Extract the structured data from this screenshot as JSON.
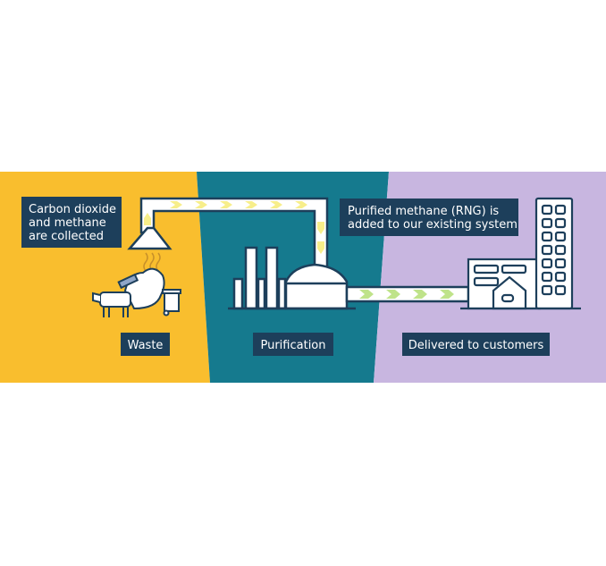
{
  "colors": {
    "waste_bg": "#F9BE2E",
    "purification_bg": "#157A8E",
    "customers_bg": "#C8B6E0",
    "label_bg": "#1D3F5B",
    "outline": "#1D3F5B",
    "gas_chevron": "#F7EE8A",
    "rng_chevron": "#BFE38A"
  },
  "callouts": {
    "collected": [
      "Carbon dioxide",
      "and methane",
      "are collected"
    ],
    "rng": [
      "Purified methane (RNG) is",
      "added to our existing system"
    ]
  },
  "stages": [
    {
      "label": "Waste"
    },
    {
      "label": "Purification"
    },
    {
      "label": "Delivered to customers"
    }
  ]
}
